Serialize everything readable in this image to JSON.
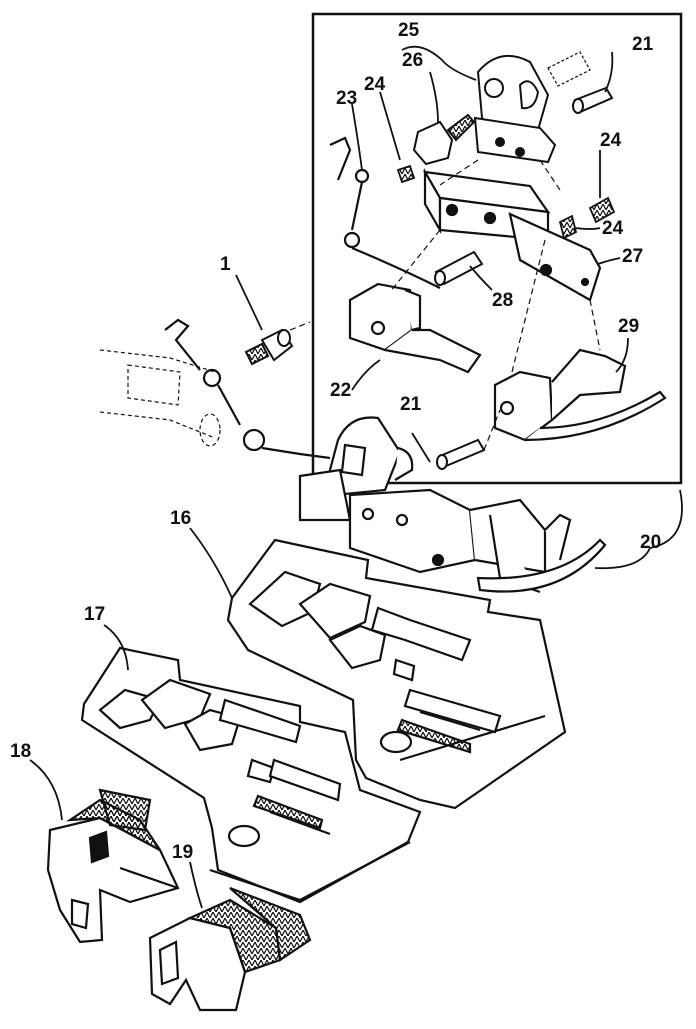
{
  "figure": {
    "colors": {
      "ink": "#111111",
      "paper": "#ffffff",
      "shade": "#2a2a2a"
    },
    "callouts": {
      "c1": "1",
      "c16": "16",
      "c17": "17",
      "c18": "18",
      "c19": "19",
      "c20": "20",
      "c21a": "21",
      "c21b": "21",
      "c22": "22",
      "c23": "23",
      "c24a": "24",
      "c24b": "24",
      "c24c": "24",
      "c25": "25",
      "c26": "26",
      "c27": "27",
      "c28": "28",
      "c29": "29"
    }
  }
}
